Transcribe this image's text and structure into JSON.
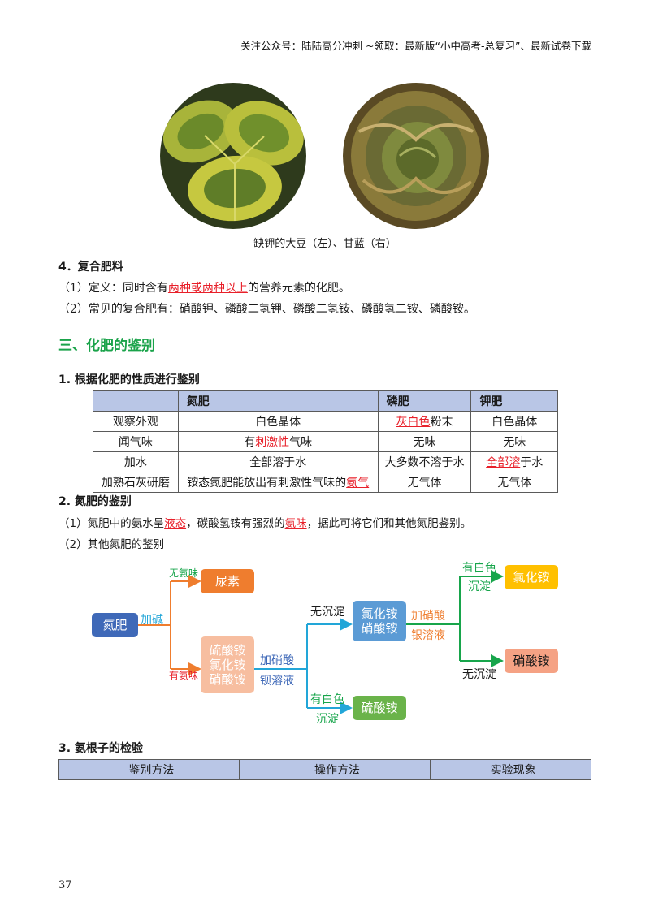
{
  "header": "关注公众号：陆陆高分冲刺 ~领取：最新版“小中高考-总复习”、最新试卷下载",
  "figure": {
    "caption": "缺钾的大豆（左）、甘蓝（右）"
  },
  "s4": {
    "title": "4．复合肥料",
    "def_pre": "（1）定义：同时含有",
    "def_hl": "两种或两种以上",
    "def_post": "的营养元素的化肥。",
    "common": "（2）常见的复合肥有：硝酸钾、磷酸二氢钾、磷酸二氢铵、磷酸氢二铵、磷酸铵。"
  },
  "section3": {
    "title": "三、化肥的鉴别"
  },
  "sub1": {
    "title": "1. 根据化肥的性质进行鉴别"
  },
  "table1": {
    "headers": [
      "",
      "氮肥",
      "磷肥",
      "钾肥"
    ],
    "r1": {
      "label": "观察外观",
      "n": "白色晶体",
      "p_hl": "灰白色",
      "p_post": "粉末",
      "k": "白色晶体"
    },
    "r2": {
      "label": "闻气味",
      "n_pre": "有",
      "n_hl": "刺激性",
      "n_post": "气味",
      "p": "无味",
      "k": "无味"
    },
    "r3": {
      "label": "加水",
      "n": "全部溶于水",
      "p": "大多数不溶于水",
      "k_hl": "全部溶",
      "k_post": "于水"
    },
    "r4": {
      "label": "加熟石灰研磨",
      "n_pre": "铵态氮肥能放出有刺激性气味的",
      "n_hl": "氨气",
      "p": "无气体",
      "k": "无气体"
    }
  },
  "sub2": {
    "title": "2. 氮肥的鉴别",
    "l1_a": "（1）氮肥中的氨水呈",
    "l1_hl1": "液态",
    "l1_b": "，碳酸氢铵有强烈的",
    "l1_hl2": "氨味",
    "l1_c": "，据此可将它们和其他氮肥鉴别。",
    "l2": "（2）其他氮肥的鉴别"
  },
  "flow": {
    "nitrogen": "氮肥",
    "add_base": "加碱",
    "no_ammonia": "无氨味",
    "urea": "尿素",
    "has_ammonia": "有氨味",
    "group_line1": "硫酸铵",
    "group_line2": "氯化铵",
    "group_line3": "硝酸铵",
    "add_hno3_a": "加硝酸",
    "ba_sol": "钡溶液",
    "no_ppt_a": "无沉淀",
    "pair_line1": "氯化铵",
    "pair_line2": "硝酸铵",
    "white_ppt_a1": "有白色",
    "white_ppt_a2": "沉淀",
    "sulfate": "硫酸铵",
    "add_hno3_b": "加硝酸",
    "ag_sol": "银溶液",
    "white_ppt_b1": "有白色",
    "white_ppt_b2": "沉淀",
    "chloride": "氯化铵",
    "no_ppt_b": "无沉淀",
    "nitrate": "硝酸铵",
    "colors": {
      "blue": "#3f69b8",
      "orange": "#ef7d2e",
      "peach": "#f7bea0",
      "sky": "#5b9bd5",
      "green": "#6ab34a",
      "yellow": "#ffc000",
      "salmon": "#f5a284",
      "cyan_line": "#22a6d8",
      "green_line": "#17a54b"
    }
  },
  "sub3": {
    "title": "3. 氨根子的检验",
    "headers": [
      "鉴别方法",
      "操作方法",
      "实验现象"
    ]
  },
  "page_number": "37"
}
